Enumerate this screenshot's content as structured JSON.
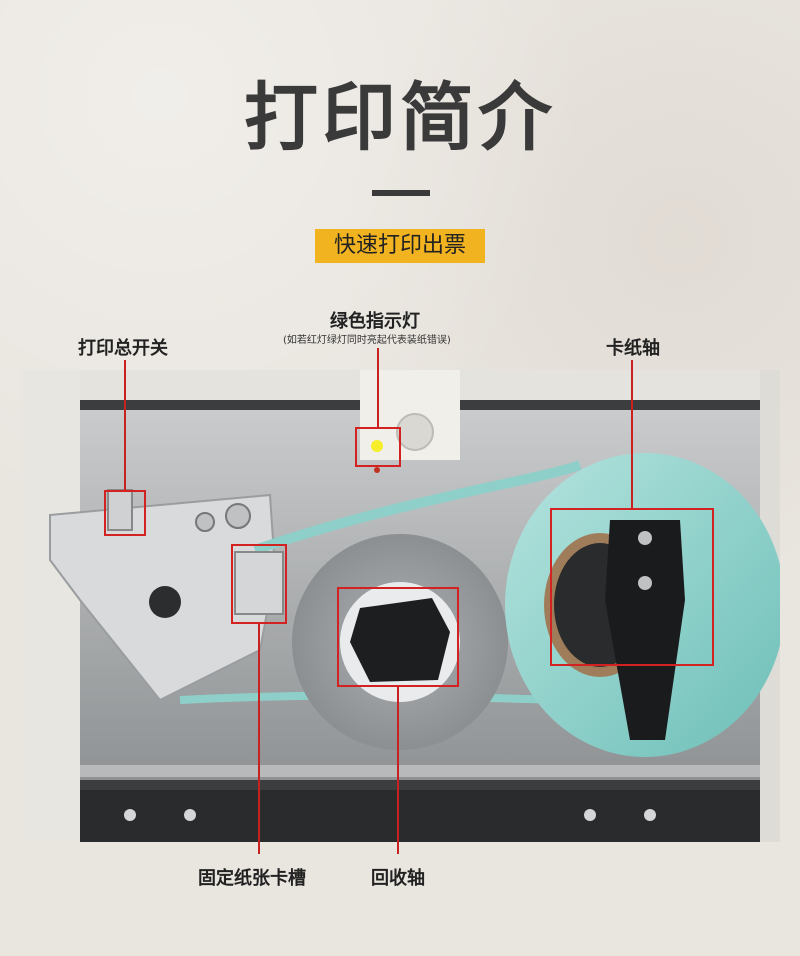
{
  "header": {
    "title": "打印简介",
    "subtitle": "快速打印出票"
  },
  "labels": {
    "power_switch": "打印总开关",
    "green_light": "绿色指示灯",
    "green_light_note": "(如若红灯绿灯同时亮起代表装纸错误)",
    "paper_axis": "卡纸轴",
    "paper_slot": "固定纸张卡槽",
    "rewind_axis": "回收轴"
  },
  "colors": {
    "accent": "#f2b320",
    "callout": "#d22222",
    "label_roll": "#8fcfca"
  }
}
